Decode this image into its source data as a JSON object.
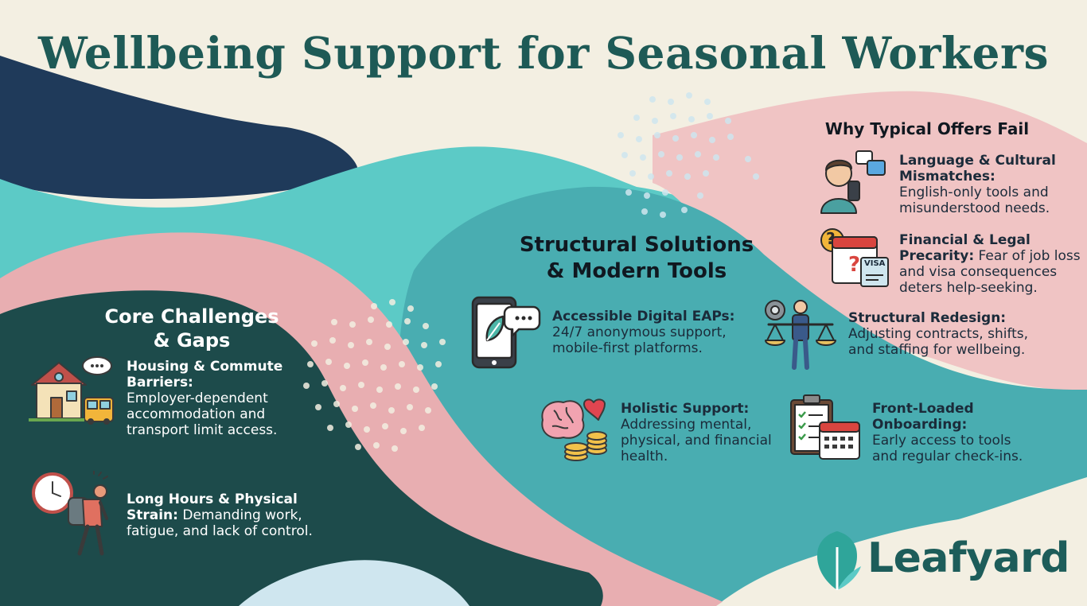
{
  "title": "Wellbeing Support for Seasonal Workers",
  "colors": {
    "background": "#f3efe2",
    "navy": "#1f3a5a",
    "teal": "#5ccac6",
    "pink": "#e8aeb1",
    "dark_teal": "#1d4b4b",
    "mid_teal": "#49adb1",
    "light_pink": "#f0c4c4",
    "title": "#1e5a56"
  },
  "core": {
    "title_line1": "Core Challenges",
    "title_line2": "& Gaps",
    "items": [
      {
        "icon": "house-bus-icon",
        "title_l1": "Housing & Commute",
        "title_l2": "Barriers:",
        "text_l1": "Employer-dependent",
        "text_l2": "accommodation and",
        "text_l3": "transport limit access."
      },
      {
        "icon": "clock-worker-icon",
        "title_l1": "Long Hours & Physical",
        "title_l2": "Strain:",
        "text_l1": " Demanding work,",
        "text_l2": "fatigue, and lack of control."
      }
    ]
  },
  "structural": {
    "title_line1": "Structural Solutions",
    "title_line2": "& Modern Tools",
    "items": [
      {
        "icon": "phone-leaf-chat-icon",
        "title": "Accessible Digital EAPs:",
        "text_l1": "24/7 anonymous support,",
        "text_l2": "mobile-first platforms."
      },
      {
        "icon": "brain-heart-coins-icon",
        "title": "Holistic Support:",
        "text_l1": "Addressing mental,",
        "text_l2": "physical, and financial",
        "text_l3": "health."
      },
      {
        "icon": "clipboard-calendar-icon",
        "title_l1": "Front-Loaded",
        "title_l2": "Onboarding:",
        "text_l1": "Early access to tools",
        "text_l2": "and regular check-ins."
      },
      {
        "icon": "person-scales-icon",
        "title": "Structural Redesign:",
        "text_l1": "Adjusting contracts, shifts,",
        "text_l2": "and staffing for wellbeing."
      }
    ]
  },
  "why": {
    "title": "Why Typical Offers Fail",
    "items": [
      {
        "icon": "confused-person-phone-icon",
        "title_l1": "Language & Cultural",
        "title_l2": "Mismatches:",
        "text_l1": "English-only tools and",
        "text_l2": "misunderstood needs."
      },
      {
        "icon": "calendar-visa-question-icon",
        "title_l1": "Financial & Legal",
        "title_l2": "Precarity:",
        "text_l1": " Fear of job loss",
        "text_l2": "and visa consequences",
        "text_l3": "deters help-seeking.",
        "visa_label": "VISA"
      }
    ]
  },
  "brand": {
    "name": "Leafyard",
    "icon": "leaf-logo-icon"
  }
}
